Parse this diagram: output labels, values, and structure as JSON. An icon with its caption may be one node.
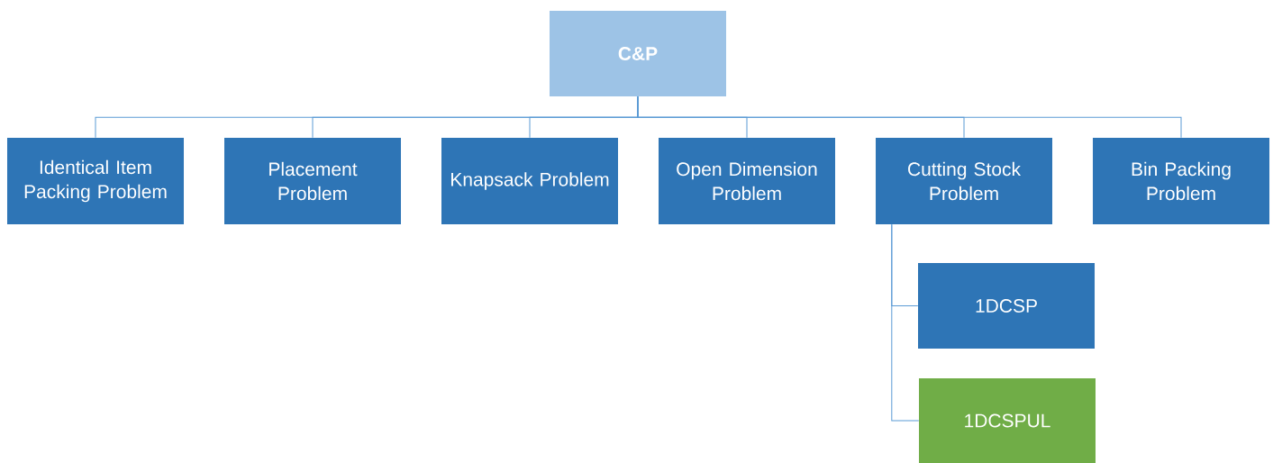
{
  "diagram": {
    "nodes": [
      {
        "text": [
          "C&P"
        ]
      },
      {
        "text": [
          "Identical Item Packing Problem"
        ]
      },
      {
        "text": [
          "Placement Problem"
        ]
      },
      {
        "text": [
          "Knapsack Problem"
        ]
      },
      {
        "text": [
          "Open Dimension Problem"
        ]
      },
      {
        "text": [
          "Cutting Stock Problem"
        ]
      },
      {
        "text": [
          "Bin Packing Problem"
        ]
      },
      {
        "text": [
          "1DCSP"
        ]
      },
      {
        "text": [
          "1DCSPUL"
        ]
      }
    ],
    "edges": [
      {
        "from": 0,
        "to": 1,
        "arrow": "none"
      },
      {
        "from": 0,
        "to": 2,
        "arrow": "none"
      },
      {
        "from": 0,
        "to": 3,
        "arrow": "none"
      },
      {
        "from": 0,
        "to": 4,
        "arrow": "none"
      },
      {
        "from": 0,
        "to": 5,
        "arrow": "none"
      },
      {
        "from": 0,
        "to": 6,
        "arrow": "none"
      },
      {
        "from": 5,
        "to": 7,
        "arrow": "none"
      },
      {
        "from": 5,
        "to": 8,
        "arrow": "none"
      }
    ]
  }
}
